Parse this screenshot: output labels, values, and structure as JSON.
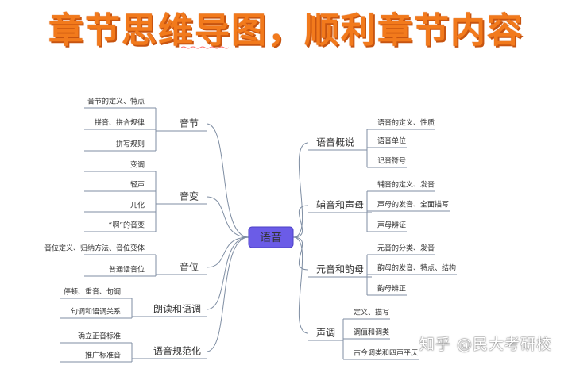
{
  "headline": "章节思维导图，顺利章节内容",
  "root": "语音",
  "left_branches": [
    {
      "label": "音节",
      "leaves": [
        "音节的定义、特点",
        "拼音、拼合规律",
        "拼写规则"
      ]
    },
    {
      "label": "音变",
      "leaves": [
        "变调",
        "轻声",
        "儿化",
        "“啊”的音变"
      ]
    },
    {
      "label": "音位",
      "leaves": [
        "音位定义、归纳方法、音位变体",
        "普通话音位"
      ]
    },
    {
      "label": "朗读和语调",
      "leaves": [
        "停顿、重音、句调",
        "句调和语调关系"
      ]
    },
    {
      "label": "语音规范化",
      "leaves": [
        "确立正音标准",
        "推广标准音"
      ]
    }
  ],
  "right_branches": [
    {
      "label": "语音概说",
      "leaves": [
        "语音的定义、性质",
        "语音单位",
        "记音符号"
      ]
    },
    {
      "label": "辅音和声母",
      "leaves": [
        "辅音的定义、发音",
        "声母的发音、全面描写",
        "声母辨证"
      ]
    },
    {
      "label": "元音和韵母",
      "leaves": [
        "元音的分类、发音",
        "韵母的发音、特点、结构",
        "韵母辨正"
      ]
    },
    {
      "label": "声调",
      "leaves": [
        "定义、描写",
        "调值和调类",
        "古今调类和四声平仄"
      ]
    }
  ],
  "watermark": "知乎 @民大考研校",
  "colors": {
    "headline": "#f27a1c",
    "root_fill": "#6b5ce7",
    "edge": "#7f8ea3"
  }
}
